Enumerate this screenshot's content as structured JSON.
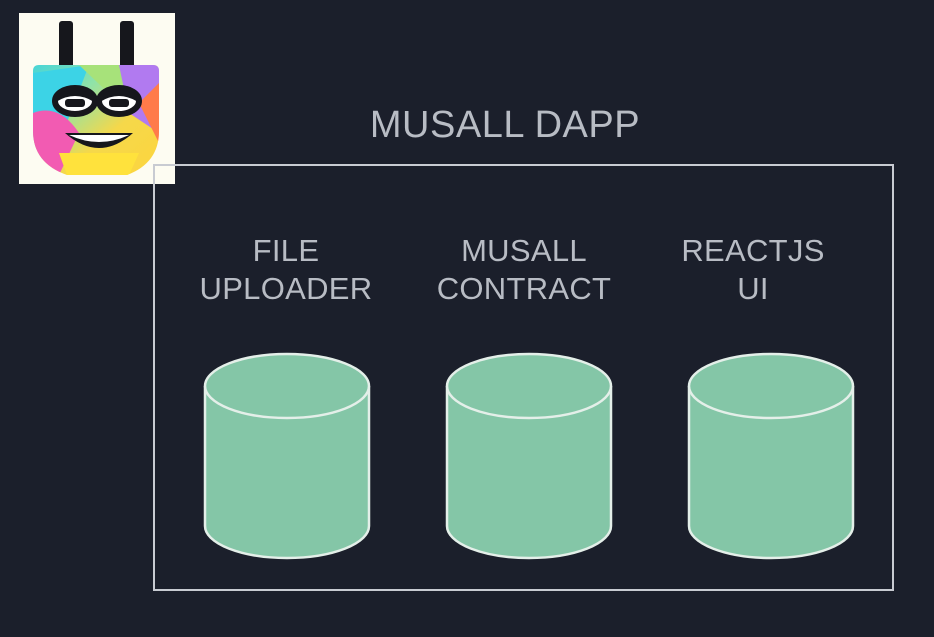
{
  "diagram": {
    "title": "MUSALL DAPP",
    "nodes": [
      {
        "label_line1": "FILE",
        "label_line2": "UPLOADER"
      },
      {
        "label_line1": "MUSALL",
        "label_line2": "CONTRACT"
      },
      {
        "label_line1": "REACTJS",
        "label_line2": "UI"
      }
    ]
  },
  "colors": {
    "background": "#1b1f2b",
    "frame_border": "#c8cbd2",
    "text": "#b8bcc4",
    "cylinder_fill": "#84c6a7",
    "cylinder_stroke": "#e4efe9"
  },
  "logo": {
    "icon": "plug-mascot-icon"
  }
}
